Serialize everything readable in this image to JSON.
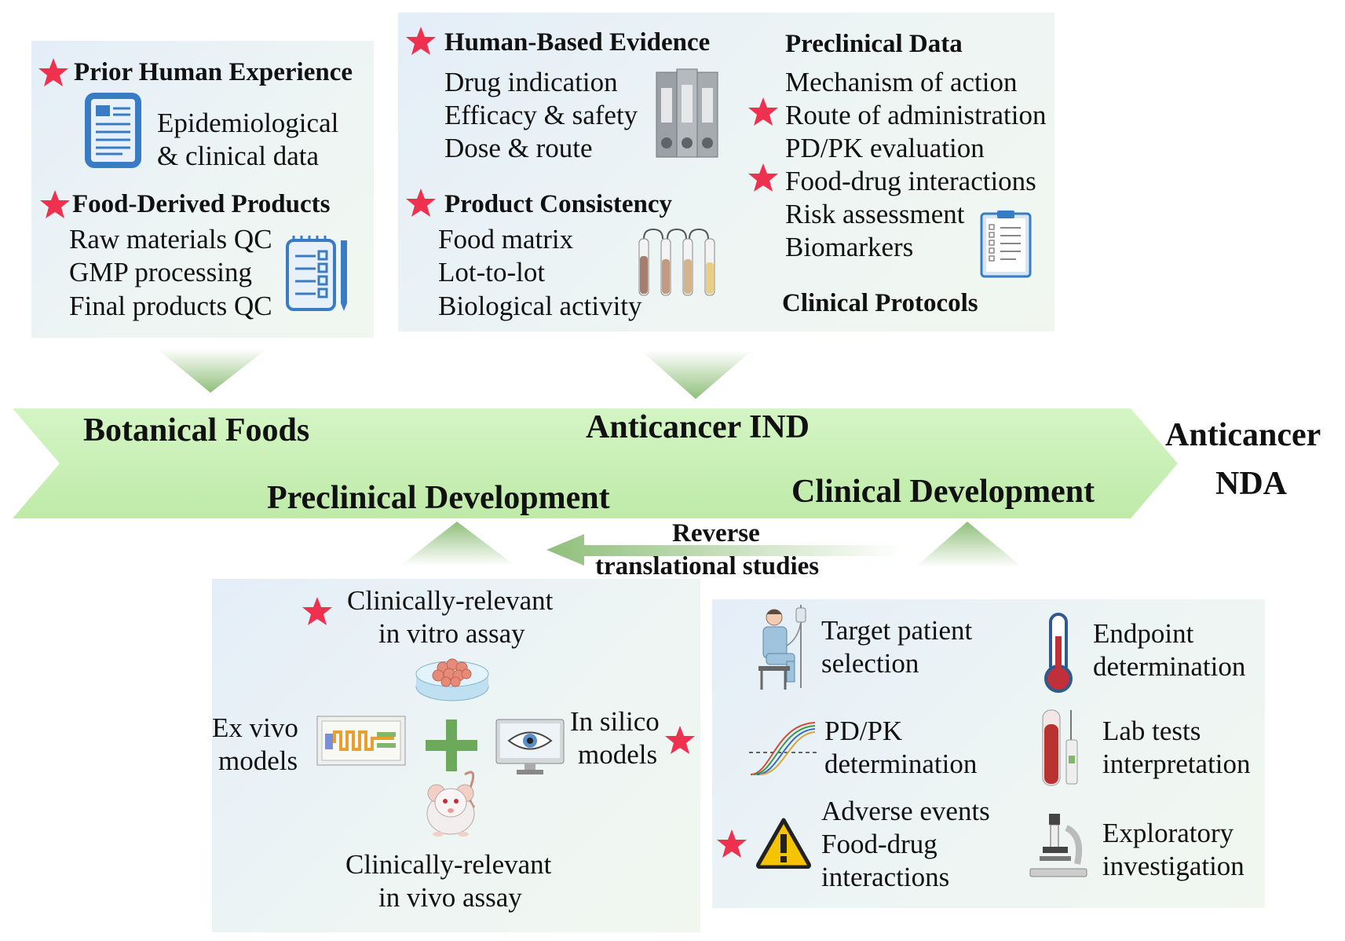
{
  "prior_human": {
    "heading": "Prior Human Experience",
    "line1": "Epidemiological",
    "line2": "& clinical data"
  },
  "food_derived": {
    "heading": "Food-Derived Products",
    "items": [
      "Raw materials QC",
      "GMP processing",
      "Final products QC"
    ]
  },
  "human_evidence": {
    "heading": "Human-Based Evidence",
    "items": [
      "Drug indication",
      "Efficacy & safety",
      "Dose & route"
    ]
  },
  "product_consistency": {
    "heading": "Product Consistency",
    "items": [
      "Food matrix",
      "Lot-to-lot",
      "Biological activity"
    ]
  },
  "preclinical_data": {
    "heading": "Preclinical Data",
    "items": [
      "Mechanism of action",
      "Route of administration",
      "PD/PK evaluation",
      "Food-drug interactions",
      "Risk assessment",
      "Biomarkers"
    ]
  },
  "clinical_protocols": "Clinical Protocols",
  "stages": {
    "botanical": "Botanical Foods",
    "preclinical": "Preclinical Development",
    "ind": "Anticancer IND",
    "clinical": "Clinical Development",
    "nda_line1": "Anticancer",
    "nda_line2": "NDA"
  },
  "reverse": {
    "line1": "Reverse",
    "line2": "translational studies"
  },
  "models": {
    "in_vitro_1": "Clinically-relevant",
    "in_vitro_2": "in vitro assay",
    "ex_vivo_1": "Ex vivo",
    "ex_vivo_2": "models",
    "in_silico_1": "In silico",
    "in_silico_2": "models",
    "in_vivo_1": "Clinically-relevant",
    "in_vivo_2": "in vivo assay"
  },
  "clinical_items": {
    "target_1": "Target patient",
    "target_2": "selection",
    "endpoint_1": "Endpoint",
    "endpoint_2": "determination",
    "pdpk_1": "PD/PK",
    "pdpk_2": "determination",
    "lab_1": "Lab tests",
    "lab_2": "interpretation",
    "adverse_1": "Adverse events",
    "adverse_2": "Food-drug",
    "adverse_3": "interactions",
    "exploratory_1": "Exploratory",
    "exploratory_2": "investigation"
  },
  "colors": {
    "star": "#f0304f",
    "arrow_green": "#c9f0b8",
    "panel": "#e8f1f7",
    "plus_green": "#6aaa5a"
  },
  "icons": [
    "document-icon",
    "checklist-icon",
    "binders-icon",
    "test-tubes-icon",
    "clipboard-icon",
    "petri-dish-icon",
    "microfluidic-chip-icon",
    "computer-eye-icon",
    "mouse-icon",
    "patient-icon",
    "thermometer-icon",
    "pk-curve-icon",
    "blood-tube-icon",
    "warning-icon",
    "microscope-icon"
  ]
}
